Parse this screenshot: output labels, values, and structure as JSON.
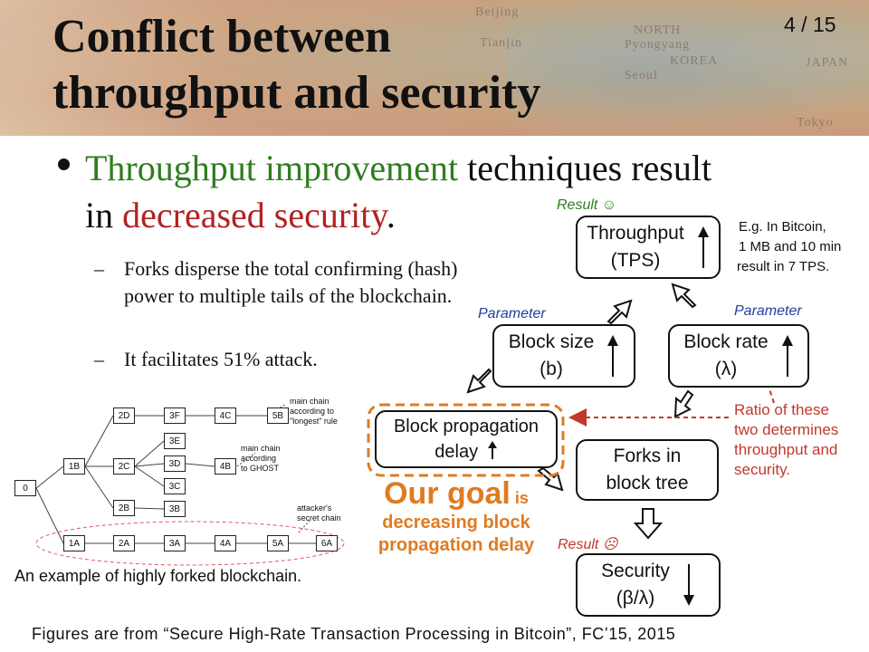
{
  "header": {
    "title_line1": "Conflict between",
    "title_line2": "throughput and security",
    "page_number": "4 / 15"
  },
  "bullet": {
    "green_part": "Throughput improvement",
    "mid_part": " techniques result",
    "line2_prefix": "in ",
    "red_part": "decreased security",
    "suffix": "."
  },
  "subpoints": [
    "Forks  disperse  the total confirming (hash) power  to multiple tails of the blockchain.",
    "It facilitates 51% attack."
  ],
  "diagram": {
    "result_good": "Result ☺",
    "result_bad": "Result ☹",
    "throughput_box": {
      "line1": "Throughput",
      "line2": "(TPS)"
    },
    "example_note": [
      "E.g. In Bitcoin,",
      "1 MB and 10 min",
      "result in 7 TPS."
    ],
    "param_left": "Parameter",
    "param_right": "Parameter",
    "block_size_box": {
      "line1": "Block size",
      "line2": "(b)"
    },
    "block_rate_box": {
      "line1": "Block rate",
      "line2": "(λ)"
    },
    "propagation_box": {
      "line1": "Block propagation",
      "line2": "delay"
    },
    "forks_box": {
      "line1": "Forks in",
      "line2": "block tree"
    },
    "security_box": {
      "line1": "Security",
      "line2": "(β/λ)"
    },
    "ratio_note": [
      "Ratio of these",
      "two determines",
      "throughput and",
      "security."
    ],
    "goal_big": "Our goal",
    "goal_is": " is",
    "goal_line2": "decreasing block",
    "goal_line3": "propagation delay"
  },
  "fork_tree": {
    "caption": "An example of highly forked blockchain.",
    "blocks": [
      "0",
      "1B",
      "2D",
      "2C",
      "2B",
      "3F",
      "3E",
      "3D",
      "3C",
      "3B",
      "4C",
      "4B",
      "5B",
      "1A",
      "2A",
      "3A",
      "4A",
      "5A",
      "6A"
    ],
    "labels": {
      "main_longest": [
        "main chain",
        "according to",
        "\"longest\" rule"
      ],
      "main_ghost": [
        "main chain",
        "according",
        "to GHOST"
      ],
      "attacker": [
        "attacker's",
        "secret chain"
      ]
    }
  },
  "footer": "Figures are from “Secure High-Rate Transaction Processing in Bitcoin”, FC’15, 2015",
  "colors": {
    "green": "#2e7d1e",
    "red": "#b22222",
    "orange": "#e07b20",
    "blue": "#1f3f9c"
  }
}
